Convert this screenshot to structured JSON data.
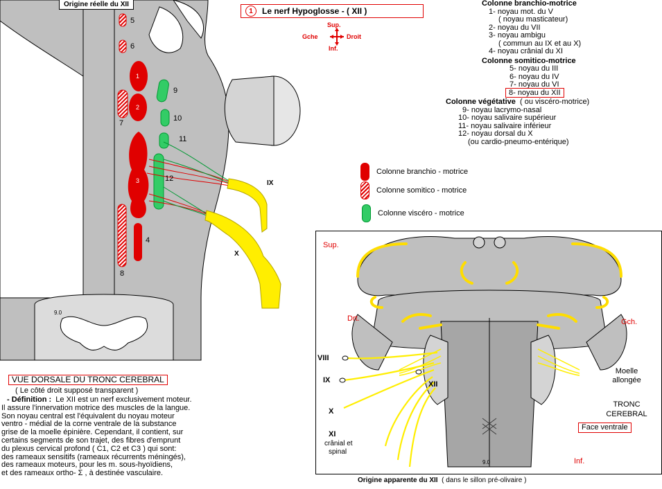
{
  "dorsal": {
    "header": "Origine réelle du XII",
    "nuclei_numbers": [
      "5",
      "6",
      "1",
      "2",
      "7",
      "3",
      "4",
      "8",
      "9",
      "10",
      "11",
      "12"
    ],
    "nerve_labels": [
      "IX",
      "X"
    ],
    "cord_label": "9.0",
    "caption": "VUE DORSALE DU TRONC CEREBRAL",
    "caption_sub": "( Le côté droit supposé transparent )"
  },
  "title": {
    "number": "1",
    "text": "Le nerf Hypoglosse - ( XII )"
  },
  "compass": {
    "sup": "Sup.",
    "left": "Gche",
    "right": "Droit",
    "inf": "Inf."
  },
  "columns": {
    "branchio_title": "Colonne branchio-motrice",
    "branchio_items": [
      "1- noyau mot. du V",
      "( noyau masticateur)",
      "2- noyau du VII",
      "3- noyau ambigu",
      "( commun au IX et au X)",
      "4- noyau crânial du XI"
    ],
    "somitico_title": "Colonne somitico-motrice",
    "somitico_items": [
      "5- noyau du III",
      "6- noyau du IV",
      "7- noyau du VI",
      "8- noyau du XII"
    ],
    "vegetative_title": "Colonne végétative",
    "vegetative_title_note": "( ou viscéro-motrice)",
    "vegetative_items": [
      "9- noyau lacrymo-nasal",
      "10- noyau salivaire supérieur",
      "11- noyau salivaire inférieur",
      "12- noyau dorsal du X",
      "(ou cardio-pneumo-entérique)"
    ]
  },
  "legend": {
    "branchio": "Colonne branchio - motrice",
    "somitico": "Colonne somitico - motrice",
    "viscero": "Colonne viscéro - motrice"
  },
  "definition": {
    "label": "- Définition :",
    "lines": [
      "Le XII est un nerf exclusivement moteur.",
      "Il assure l'innervation motrice des muscles de la langue.",
      "Son noyau central est l'équivalent du noyau moteur",
      "ventro -  médial de la corne ventrale de la substance",
      "grise de la moelle épinière. Cependant, il contient, sur",
      "certains segments de son trajet, des fibres d'emprunt",
      "du plexus cervical profond ( C1, C2 et C3 )  qui sont:",
      " des rameaux sensitifs (rameaux récurrents méningés),",
      " des rameaux moteurs,  pour les m. sous-hyoïdiens,",
      " et des rameaux ortho- Σ , à destinée vasculaire."
    ]
  },
  "ventral": {
    "sup": "Sup.",
    "drt": "Drt.",
    "gch": "Gch.",
    "inf": "Inf.",
    "nerves": [
      "VIII",
      "IX",
      "X",
      "XI"
    ],
    "xi_note_1": "crânial et",
    "xi_note_2": "spinal",
    "xii": "XII",
    "moelle_1": "Moelle",
    "moelle_2": "allongée",
    "tronc_1": "TRONC",
    "tronc_2": "CEREBRAL",
    "face": "Face ventrale",
    "cord_label": "9.0",
    "caption_bold": "Origine apparente du XII",
    "caption_note": "( dans le sillon pré-olivaire )"
  },
  "colors": {
    "red": "#e00000",
    "green": "#33cc66",
    "yellow": "#ffee00",
    "gray": "#bfbfbf"
  }
}
